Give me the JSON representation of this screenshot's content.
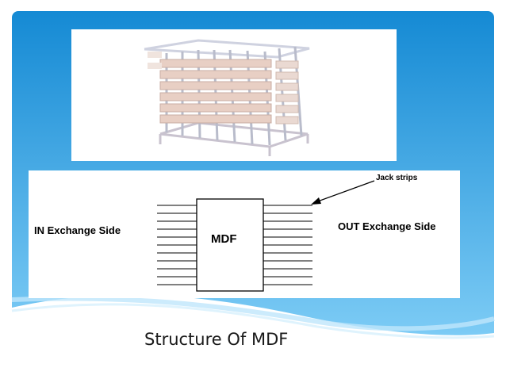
{
  "theme": {
    "accent_top": "#1a8fd8",
    "accent_bottom": "#6ec6f5"
  },
  "photo": {
    "alt": "MDF frame"
  },
  "diagram": {
    "in_label": "IN Exchange Side",
    "out_label": "OUT Exchange Side",
    "center_label": "MDF",
    "annotation": "Jack strips"
  },
  "caption": "Structure Of MDF"
}
